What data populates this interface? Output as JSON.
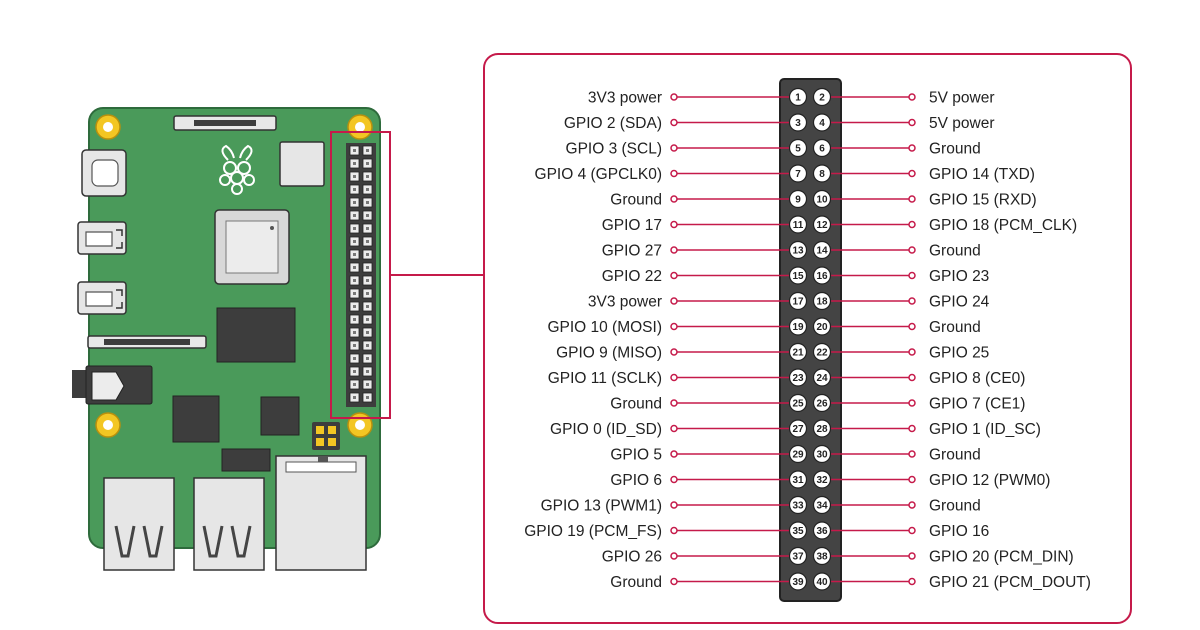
{
  "colors": {
    "accent": "#c51a4a",
    "board_green": "#4a9a5a",
    "board_stroke": "#2e6b3c",
    "header_body": "#444444",
    "mount_hole": "#f3c623",
    "port_grey": "#e6e6e6",
    "chip_dark": "#3d3d3d",
    "text": "#222222"
  },
  "board": {
    "logo_icon": "raspberry-logo-icon",
    "ports": [
      "usb-c-power-port",
      "micro-hdmi-port-0",
      "micro-hdmi-port-1",
      "audio-jack",
      "usb-2-ports",
      "usb-3-ports",
      "ethernet-port"
    ]
  },
  "pinout": {
    "left": [
      {
        "pin": 1,
        "label": "3V3 power"
      },
      {
        "pin": 3,
        "label": "GPIO 2 (SDA)"
      },
      {
        "pin": 5,
        "label": "GPIO 3 (SCL)"
      },
      {
        "pin": 7,
        "label": "GPIO 4 (GPCLK0)"
      },
      {
        "pin": 9,
        "label": "Ground"
      },
      {
        "pin": 11,
        "label": "GPIO 17"
      },
      {
        "pin": 13,
        "label": "GPIO 27"
      },
      {
        "pin": 15,
        "label": "GPIO 22"
      },
      {
        "pin": 17,
        "label": "3V3 power"
      },
      {
        "pin": 19,
        "label": "GPIO 10 (MOSI)"
      },
      {
        "pin": 21,
        "label": "GPIO 9 (MISO)"
      },
      {
        "pin": 23,
        "label": "GPIO 11 (SCLK)"
      },
      {
        "pin": 25,
        "label": "Ground"
      },
      {
        "pin": 27,
        "label": "GPIO 0 (ID_SD)"
      },
      {
        "pin": 29,
        "label": "GPIO 5"
      },
      {
        "pin": 31,
        "label": "GPIO 6"
      },
      {
        "pin": 33,
        "label": "GPIO 13 (PWM1)"
      },
      {
        "pin": 35,
        "label": "GPIO 19 (PCM_FS)"
      },
      {
        "pin": 37,
        "label": "GPIO 26"
      },
      {
        "pin": 39,
        "label": "Ground"
      }
    ],
    "right": [
      {
        "pin": 2,
        "label": "5V power"
      },
      {
        "pin": 4,
        "label": "5V power"
      },
      {
        "pin": 6,
        "label": "Ground"
      },
      {
        "pin": 8,
        "label": "GPIO 14 (TXD)"
      },
      {
        "pin": 10,
        "label": "GPIO 15 (RXD)"
      },
      {
        "pin": 12,
        "label": "GPIO 18 (PCM_CLK)"
      },
      {
        "pin": 14,
        "label": "Ground"
      },
      {
        "pin": 16,
        "label": "GPIO 23"
      },
      {
        "pin": 18,
        "label": "GPIO 24"
      },
      {
        "pin": 20,
        "label": "Ground"
      },
      {
        "pin": 22,
        "label": "GPIO 25"
      },
      {
        "pin": 24,
        "label": "GPIO 8 (CE0)"
      },
      {
        "pin": 26,
        "label": "GPIO 7 (CE1)"
      },
      {
        "pin": 28,
        "label": "GPIO 1 (ID_SC)"
      },
      {
        "pin": 30,
        "label": "Ground"
      },
      {
        "pin": 32,
        "label": "GPIO 12 (PWM0)"
      },
      {
        "pin": 34,
        "label": "Ground"
      },
      {
        "pin": 36,
        "label": "GPIO 16"
      },
      {
        "pin": 38,
        "label": "GPIO 20 (PCM_DIN)"
      },
      {
        "pin": 40,
        "label": "GPIO 21 (PCM_DOUT)"
      }
    ]
  }
}
